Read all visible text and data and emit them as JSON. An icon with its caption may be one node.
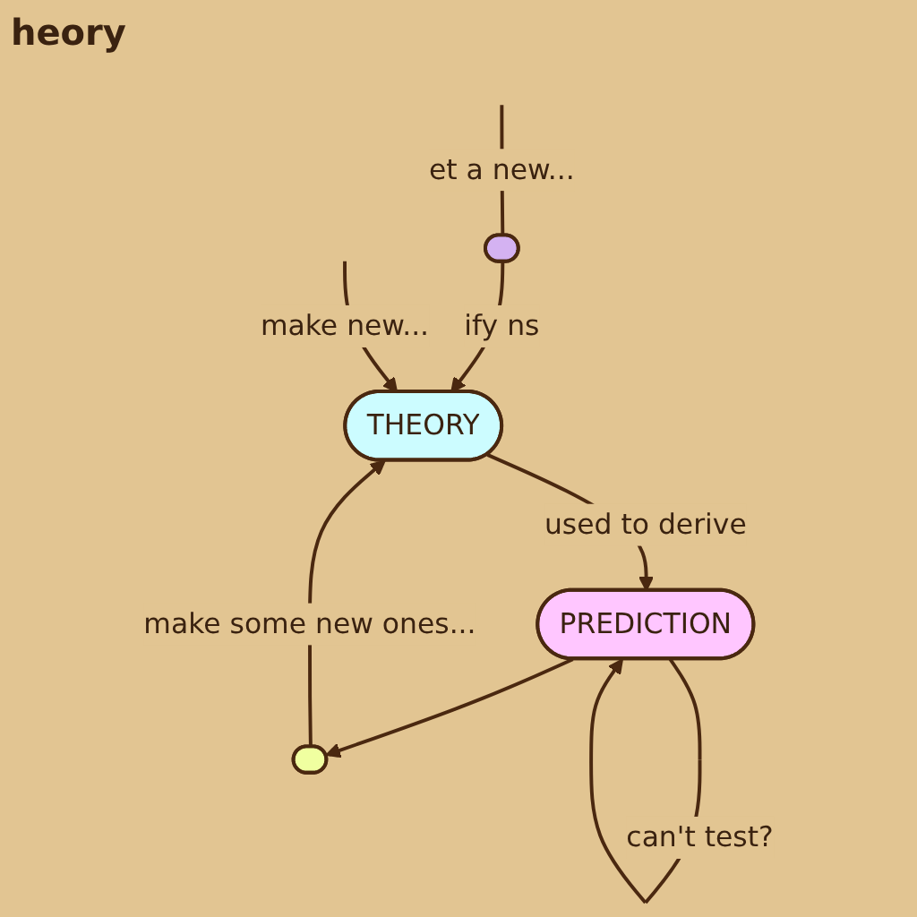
{
  "diagram": {
    "title": "heory",
    "nodes": [
      {
        "text": [],
        "shape": "ellipse"
      },
      {
        "text": [
          "THEORY"
        ]
      },
      {
        "text": [
          "PREDICTION"
        ]
      },
      {
        "text": [],
        "shape": "ellipse"
      }
    ],
    "edges": [
      {
        "from": 0,
        "to": 1,
        "arrow": "to",
        "label": "ify ns"
      },
      {
        "from": 3,
        "to": 1,
        "arrow": "to",
        "label": "make some new ones..."
      },
      {
        "from": 1,
        "to": 2,
        "arrow": "to",
        "label": "used to derive"
      },
      {
        "from": 2,
        "to": 3,
        "arrow": "to"
      },
      {
        "from": 2,
        "to": 2,
        "arrow": "to",
        "label": "can't test?"
      },
      {
        "from": null,
        "to": 1,
        "arrow": "to",
        "label": "make new..."
      },
      {
        "from": null,
        "to": 0,
        "arrow": "none",
        "label": "et a new..."
      }
    ]
  }
}
